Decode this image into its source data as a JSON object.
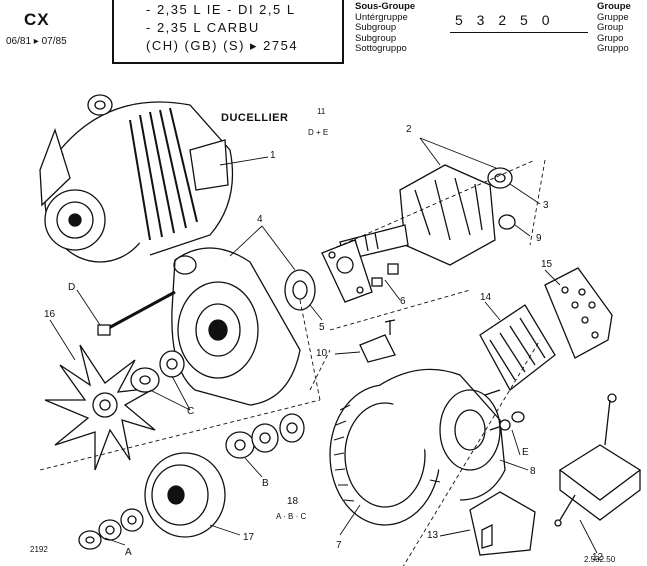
{
  "header": {
    "model": "CX",
    "date_range": "06/81 ▸ 07/85",
    "engines": [
      "- 2,35 L IE - DI 2,5 L",
      "- 2,35 L CARBU",
      "(CH) (GB) (S)   ▸ 2754"
    ],
    "subgroup_labels": [
      "Sous-Groupe",
      "Untérgruppe",
      "Subgroup",
      "Subgroup",
      "Sottogruppo"
    ],
    "group_labels": [
      "Groupe",
      "Gruppe",
      "Group",
      "Grupo",
      "Gruppo"
    ],
    "group_code": "5 3 2  5 0"
  },
  "diagram": {
    "brand": "DUCELLIER",
    "brand_ref_top": "11",
    "brand_ref_bottom": "D + E",
    "footer_left": "2192",
    "footer_right": "2.532.50",
    "ref_18_top": "18",
    "ref_18_bottom": "A · B · C",
    "callouts": [
      "1",
      "2",
      "3",
      "4",
      "5",
      "6",
      "7",
      "8",
      "9",
      "10",
      "12",
      "13",
      "14",
      "15",
      "16",
      "17",
      "A",
      "B",
      "C",
      "D",
      "E"
    ]
  }
}
